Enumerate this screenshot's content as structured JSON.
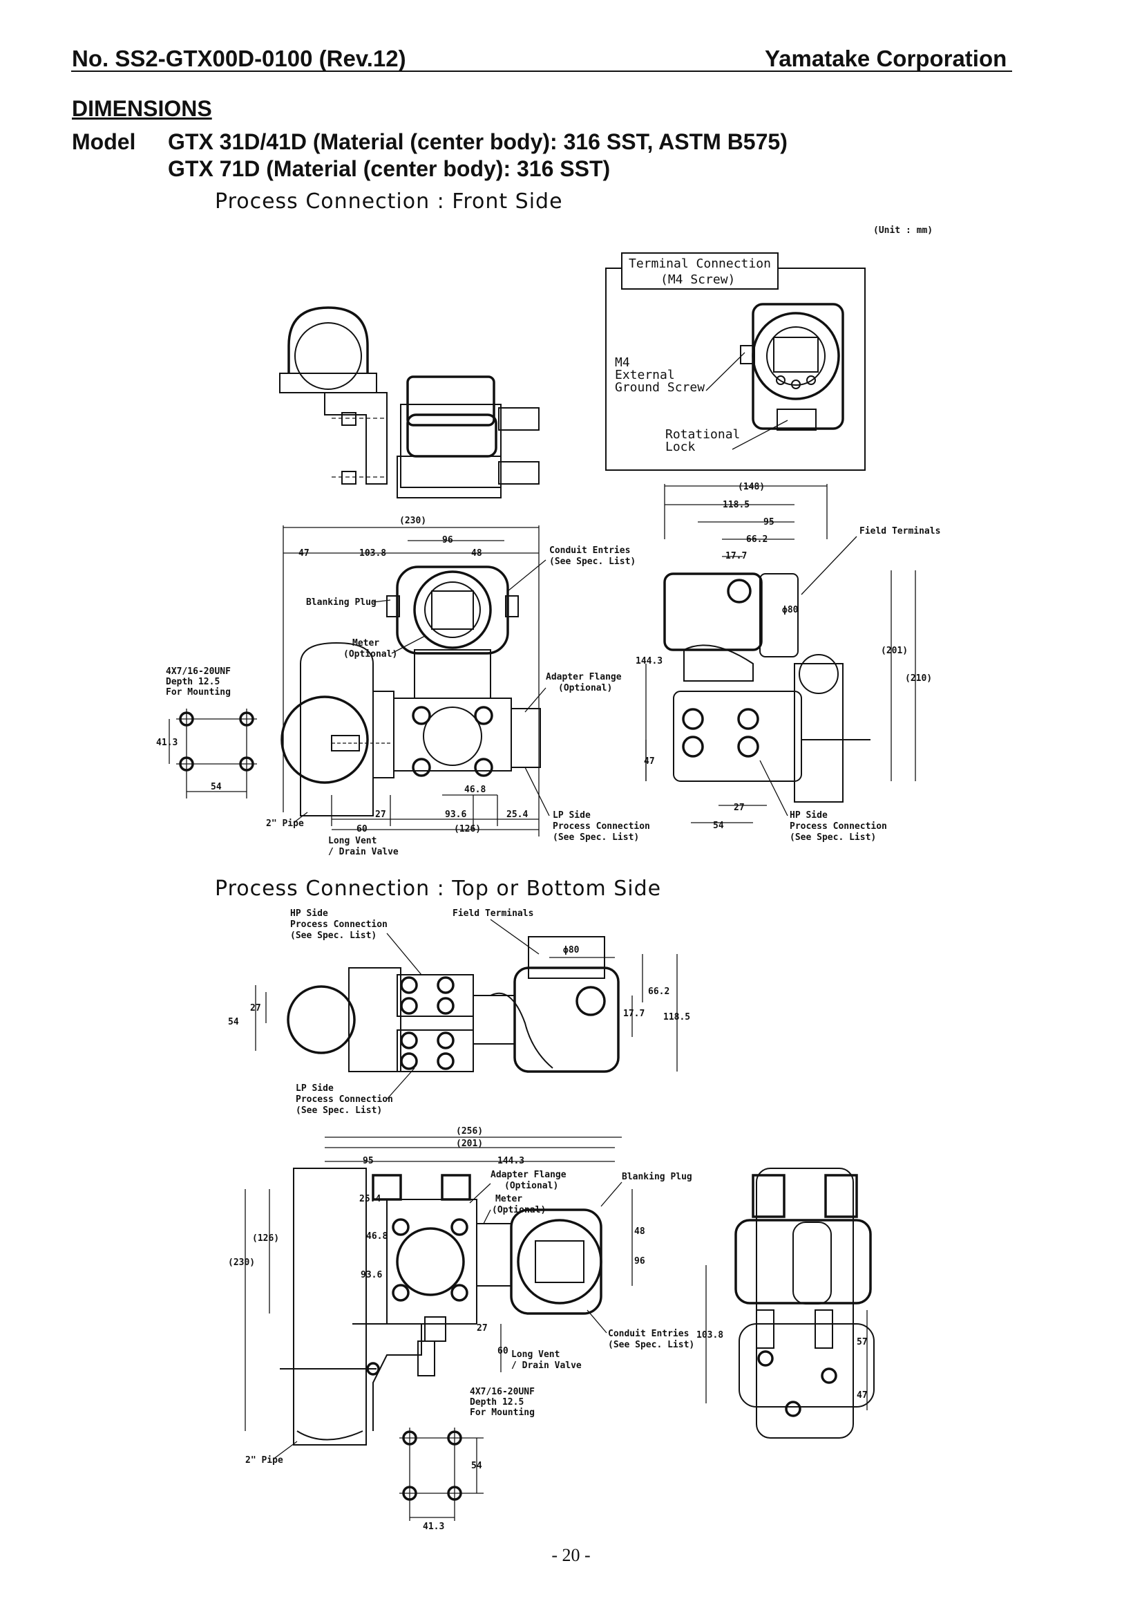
{
  "header": {
    "doc_no": "No. SS2-GTX00D-0100 (Rev.12)",
    "company": "Yamatake Corporation"
  },
  "section_title": "DIMENSIONS",
  "model": {
    "label": "Model",
    "line1": "GTX 31D/41D (Material (center body): 316 SST, ASTM B575)",
    "line2": "GTX 71D (Material (center body): 316 SST)"
  },
  "view1_title": "Process Connection : Front Side",
  "view2_title": "Process Connection : Top or Bottom Side",
  "unit_note": "(Unit : mm)",
  "labels": {
    "terminal_connection": "Terminal Connection",
    "m4_screw": "(M4 Screw)",
    "m4": "M4",
    "external": "External",
    "ground_screw": "Ground Screw",
    "rotational": "Rotational",
    "lock": "Lock",
    "blanking_plug": "Blanking Plug",
    "meter": "Meter",
    "optional": "(Optional)",
    "conduit_entries": "Conduit Entries",
    "see_spec": "(See Spec. List)",
    "adapter_flange": "Adapter Flange",
    "unf1": "4X7/16-20UNF",
    "unf2": "Depth 12.5",
    "unf3": "For Mounting",
    "pipe": "2\" Pipe",
    "long_vent": "Long Vent",
    "drain_valve": "/ Drain Valve",
    "lp_side": "LP Side",
    "hp_side": "HP Side",
    "process_connection": "Process Connection",
    "field_terminals": "Field Terminals"
  },
  "dims": {
    "d230": "(230)",
    "d47": "47",
    "d1038": "103.8",
    "d96": "96",
    "d48": "48",
    "d413": "41.3",
    "d54": "54",
    "d27": "27",
    "d936": "93.6",
    "d254": "25.4",
    "d60": "60",
    "d126": "(126)",
    "d468": "46.8",
    "d148": "(148)",
    "d1185": "118.5",
    "d95": "95",
    "d662": "66.2",
    "d177": "17.7",
    "d1443": "144.3",
    "d201": "(201)",
    "d210": "(210)",
    "dphi80": "ϕ80",
    "d256": "(256)",
    "d57": "57",
    "d1185b": "118.5"
  },
  "page_number": "- 20 -"
}
